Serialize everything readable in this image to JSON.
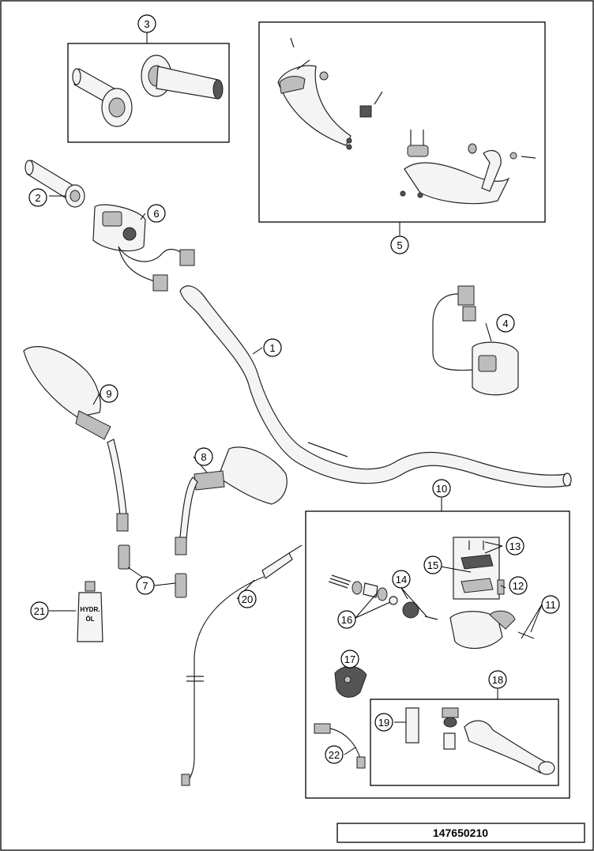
{
  "document_number": "147650210",
  "bottle_label_line1": "HYDR.",
  "bottle_label_line2": "ÖL",
  "callouts": [
    {
      "id": "1"
    },
    {
      "id": "2"
    },
    {
      "id": "3"
    },
    {
      "id": "4"
    },
    {
      "id": "5"
    },
    {
      "id": "6"
    },
    {
      "id": "7"
    },
    {
      "id": "8"
    },
    {
      "id": "9"
    },
    {
      "id": "10"
    },
    {
      "id": "11"
    },
    {
      "id": "12"
    },
    {
      "id": "13"
    },
    {
      "id": "14"
    },
    {
      "id": "15"
    },
    {
      "id": "16"
    },
    {
      "id": "17"
    },
    {
      "id": "18"
    },
    {
      "id": "19"
    },
    {
      "id": "20"
    },
    {
      "id": "21"
    },
    {
      "id": "22"
    }
  ]
}
